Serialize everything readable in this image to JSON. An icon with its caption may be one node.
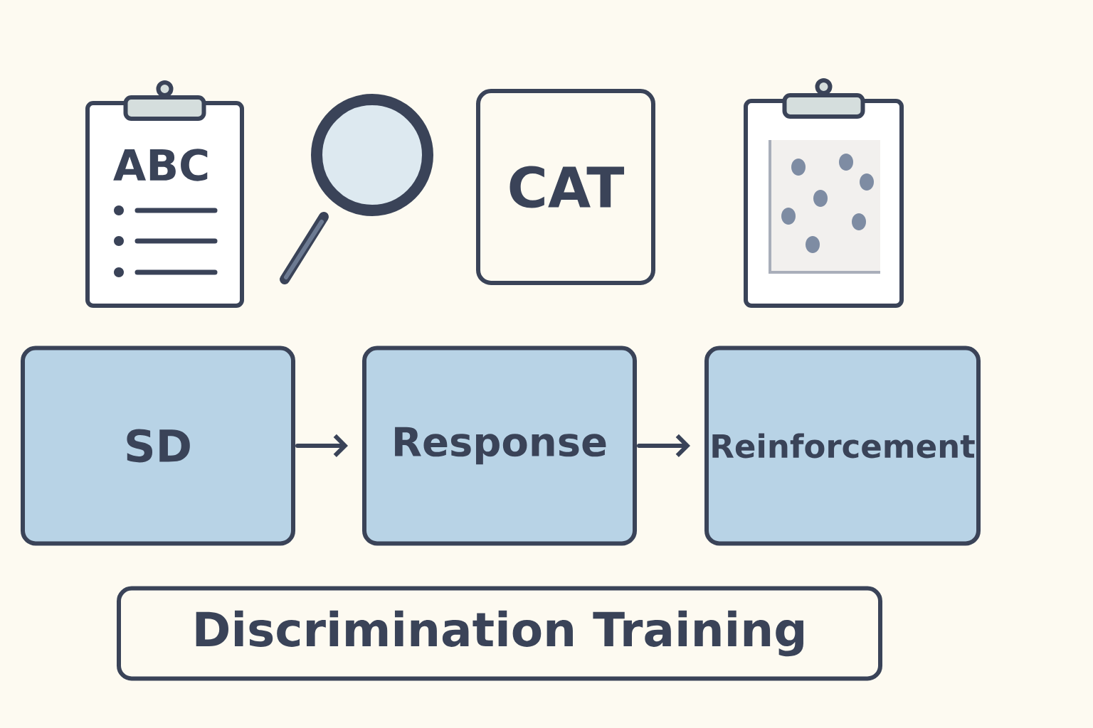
{
  "diagram": {
    "nodes": [
      {
        "text": [
          "SD"
        ]
      },
      {
        "text": [
          "Response"
        ]
      },
      {
        "text": [
          "Reinforcement"
        ]
      },
      {
        "text": [
          "Discrimination Training"
        ]
      },
      {
        "text": [
          "ABC"
        ]
      },
      {
        "text": [
          "CAT"
        ]
      }
    ],
    "edges": [
      {
        "from": 0,
        "to": 1,
        "arrow": "to"
      },
      {
        "from": 1,
        "to": 2,
        "arrow": "to"
      }
    ]
  }
}
